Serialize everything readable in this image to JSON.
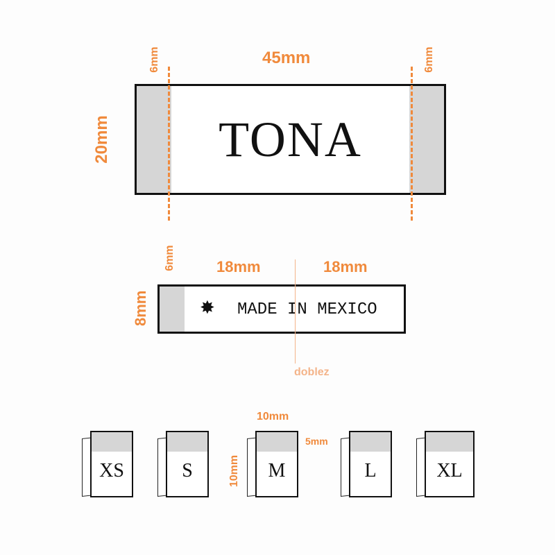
{
  "main_label": {
    "brand": "TONA",
    "width_label": "45mm",
    "height_label": "20mm",
    "left_fold_label": "6mm",
    "right_fold_label": "6mm"
  },
  "origin_label": {
    "text": "MADE IN MEXICO",
    "symbol": "✸",
    "fold_label": "6mm",
    "left_half_label": "18mm",
    "right_half_label": "18mm",
    "height_label": "8mm",
    "fold_line_label": "doblez"
  },
  "size_tags": {
    "width_label": "10mm",
    "height_label": "10mm",
    "fold_label": "5mm",
    "sizes": [
      "XS",
      "S",
      "M",
      "L",
      "XL"
    ]
  },
  "colors": {
    "accent": "#f08a3c",
    "fold": "#d6d6d6",
    "doblez_line": "#f4b48a"
  }
}
